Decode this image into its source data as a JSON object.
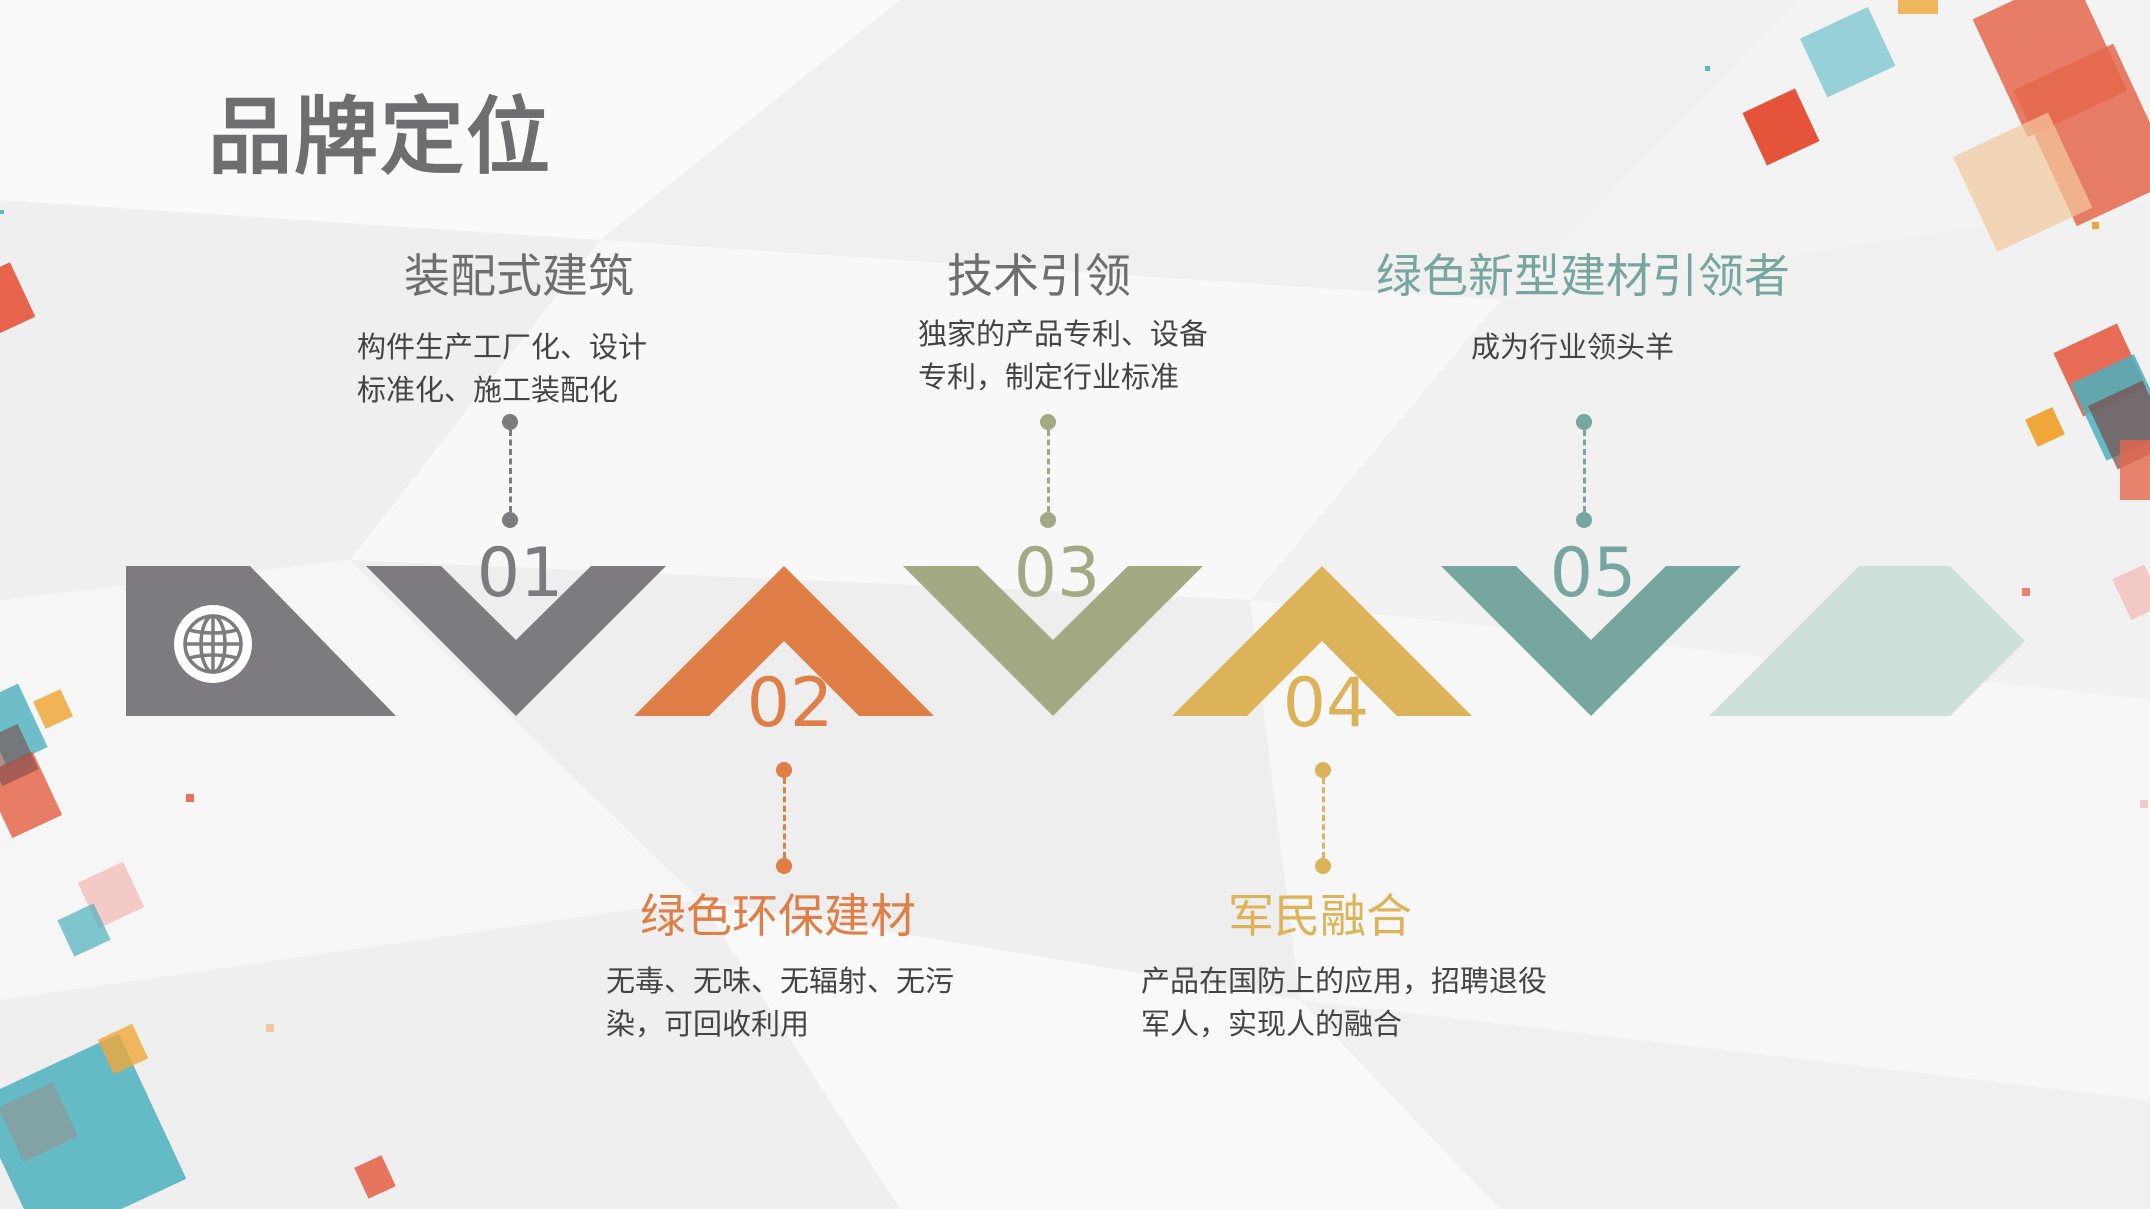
{
  "title": "品牌定位",
  "colors": {
    "gray": "#7d7b7f",
    "orange": "#e07e47",
    "olive": "#a3a983",
    "gold": "#ddb35a",
    "teal": "#77a59f",
    "mint": "#cde0da"
  },
  "icon": "globe-icon",
  "items": [
    {
      "num": "01",
      "title": "装配式建筑",
      "desc_lines": [
        "构件生产工厂化、设计",
        "标准化、施工装配化"
      ]
    },
    {
      "num": "02",
      "title": "绿色环保建材",
      "desc_lines": [
        "无毒、无味、无辐射、无污",
        "染，可回收利用"
      ]
    },
    {
      "num": "03",
      "title": "技术引领",
      "desc_lines": [
        "独家的产品专利、设备",
        "专利，制定行业标准"
      ]
    },
    {
      "num": "04",
      "title": "军民融合",
      "desc_lines": [
        "产品在国防上的应用，招聘退役",
        "军人，实现人的融合"
      ]
    },
    {
      "num": "05",
      "title": "绿色新型建材引领者",
      "desc_lines": [
        "成为行业领头羊"
      ]
    }
  ]
}
